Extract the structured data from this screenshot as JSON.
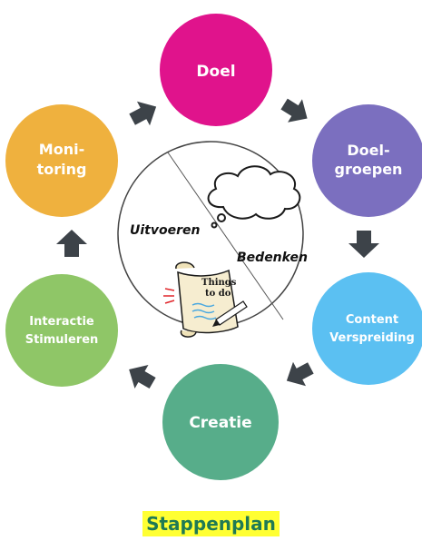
{
  "colors": {
    "doel": "#e0138c",
    "doelgroepen": "#7b6fbf",
    "content": "#5bc0f2",
    "creatie": "#57ad8a",
    "interactie": "#8fc667",
    "monitoring": "#efb13e",
    "arrow": "#3d4349",
    "caption_bg": "#ffff33",
    "caption_text": "#1f7a54"
  },
  "nodes": {
    "doel": "Doel",
    "doelgroepen": [
      "Doel-",
      "groepen"
    ],
    "content": [
      "Content",
      "Verspreiding"
    ],
    "creatie": "Creatie",
    "interactie": [
      "Interactie",
      "Stimuleren"
    ],
    "monitoring": [
      "Moni-",
      "toring"
    ]
  },
  "center": {
    "left_label": "Uitvoeren",
    "right_label": "Bedenken",
    "scroll_text": [
      "Things",
      "to do"
    ],
    "cloud_icon": "thought-cloud-icon",
    "scroll_icon": "todo-scroll-icon"
  },
  "caption": "Stappenplan"
}
